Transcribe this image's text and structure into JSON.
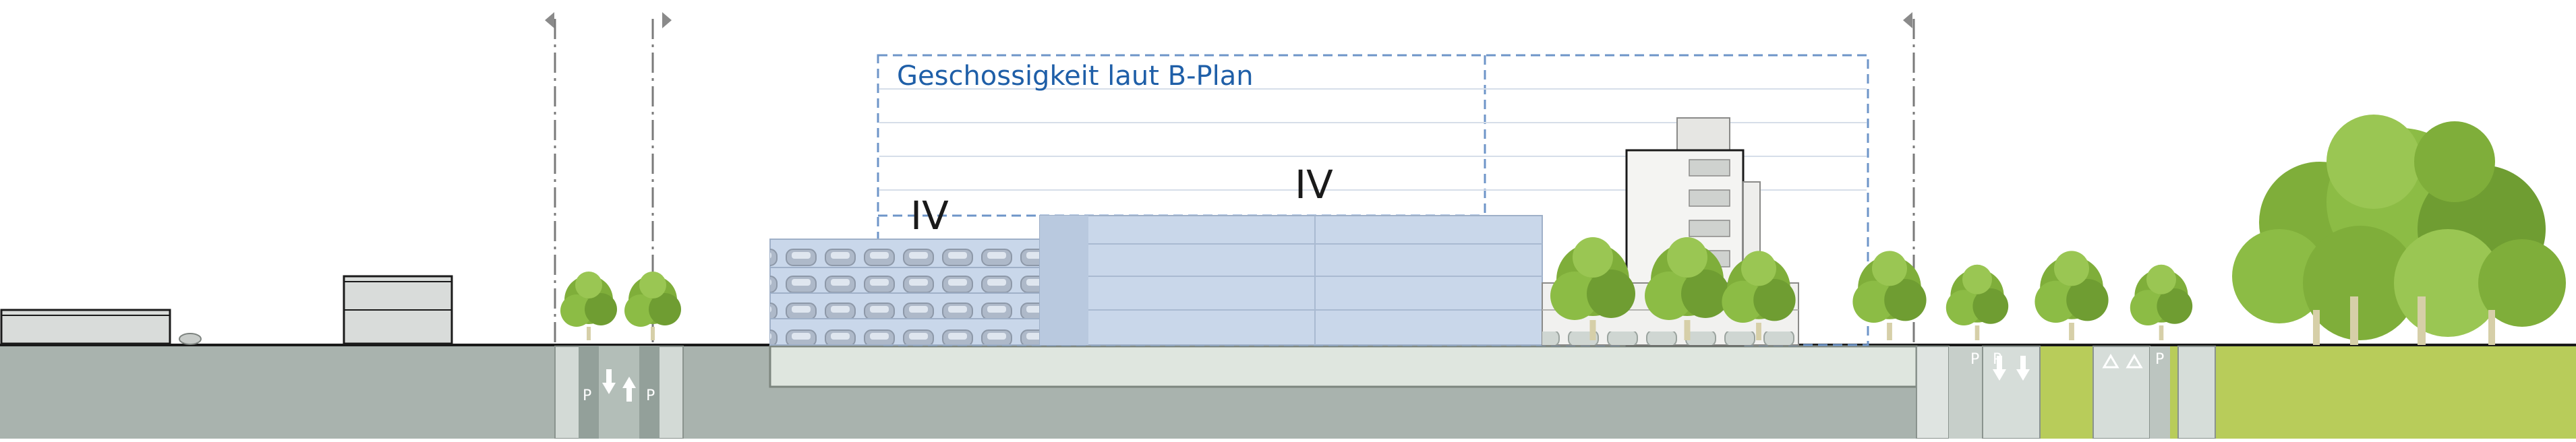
{
  "title_label": "Geschossigkeit laut B-Plan",
  "floor_labels": [
    "IV",
    "IV"
  ],
  "parking_marks": [
    "P",
    "P",
    "P",
    "P",
    "P"
  ],
  "colors": {
    "ground": "#a9b3ae",
    "ground_green": "#b8cc5a",
    "building_blue": "#c9d7ea",
    "garage": "#dfe6df",
    "dashed_blue": "#6e95c8",
    "tree": "#7fae3a",
    "trunk": "#d6cfa8"
  },
  "icons": [
    "arrow-left-icon",
    "arrow-right-icon",
    "arrow-down-icon",
    "arrow-up-icon"
  ]
}
